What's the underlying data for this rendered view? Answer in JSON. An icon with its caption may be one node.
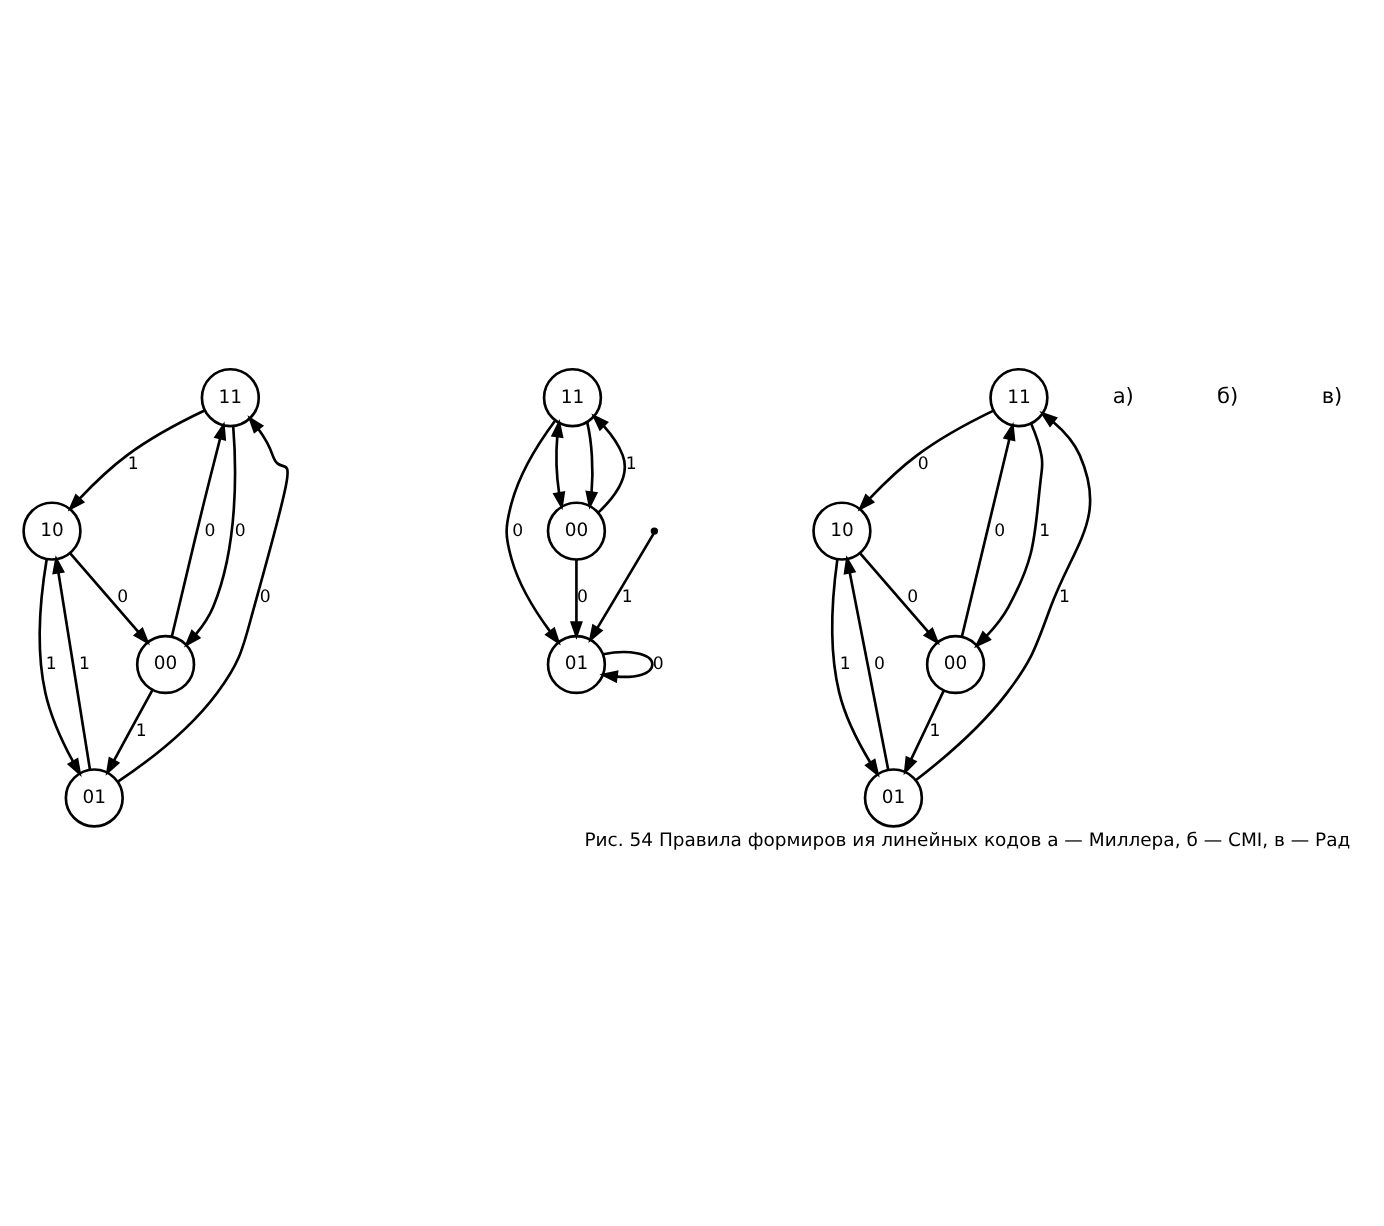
{
  "diagram": {
    "caption": "Рис. 54 Правила формиров ия линейных кодов а — Миллера, б — CMI, в — Рад",
    "nodes": [
      {
        "text": [
          "11"
        ]
      },
      {
        "text": [
          "01"
        ]
      },
      {
        "text": [
          "10"
        ]
      },
      {
        "text": [
          "00"
        ]
      },
      {
        "text": [
          "01"
        ]
      },
      {
        "text": [
          "11"
        ]
      },
      {
        "text": [
          "00"
        ]
      },
      {
        "text": [
          "11"
        ]
      },
      {
        "text": [
          "01"
        ]
      },
      {
        "text": [
          "10"
        ]
      },
      {
        "text": [
          "00"
        ]
      }
    ],
    "edges": [
      {
        "from": 1,
        "to": 0,
        "arrow": "to",
        "label": "0"
      },
      {
        "from": 1,
        "to": 2,
        "arrow": "to",
        "label": "1"
      },
      {
        "from": 0,
        "to": 2,
        "arrow": "to",
        "label": "1"
      },
      {
        "from": 0,
        "to": 3,
        "arrow": "to",
        "label": "0"
      },
      {
        "from": 2,
        "to": 1,
        "arrow": "to",
        "label": "1"
      },
      {
        "from": 2,
        "to": 3,
        "arrow": "to",
        "label": "0"
      },
      {
        "from": 3,
        "to": 0,
        "arrow": "to",
        "label": "0"
      },
      {
        "from": 3,
        "to": 1,
        "arrow": "to",
        "label": "1"
      },
      {
        "from": 4,
        "to": 4,
        "arrow": "to",
        "label": "0"
      },
      {
        "from": 5,
        "to": 4,
        "arrow": "to",
        "label": "0"
      },
      {
        "from": null,
        "to": 4,
        "arrow": "to",
        "label": "1"
      },
      {
        "from": 6,
        "to": 4,
        "arrow": "to",
        "label": "0"
      },
      {
        "from": 5,
        "to": 6,
        "arrow": "both"
      },
      {
        "from": 6,
        "to": 5,
        "arrow": "to",
        "label": "1"
      },
      {
        "from": 5,
        "to": 6,
        "arrow": "to"
      },
      {
        "from": 8,
        "to": 7,
        "arrow": "to",
        "label": "1"
      },
      {
        "from": 7,
        "to": 9,
        "arrow": "to",
        "label": "0"
      },
      {
        "from": 10,
        "to": 7,
        "arrow": "to",
        "label": "0"
      },
      {
        "from": 8,
        "to": 9,
        "arrow": "to",
        "label": "0"
      },
      {
        "from": 7,
        "to": 10,
        "arrow": "to",
        "label": "1"
      },
      {
        "from": 9,
        "to": 8,
        "arrow": "to",
        "label": "1"
      },
      {
        "from": 10,
        "to": 8,
        "arrow": "to",
        "label": "1"
      },
      {
        "from": 9,
        "to": 10,
        "arrow": "to",
        "label": "0"
      }
    ],
    "labels": [
      "а)",
      "б)",
      "в)"
    ]
  }
}
